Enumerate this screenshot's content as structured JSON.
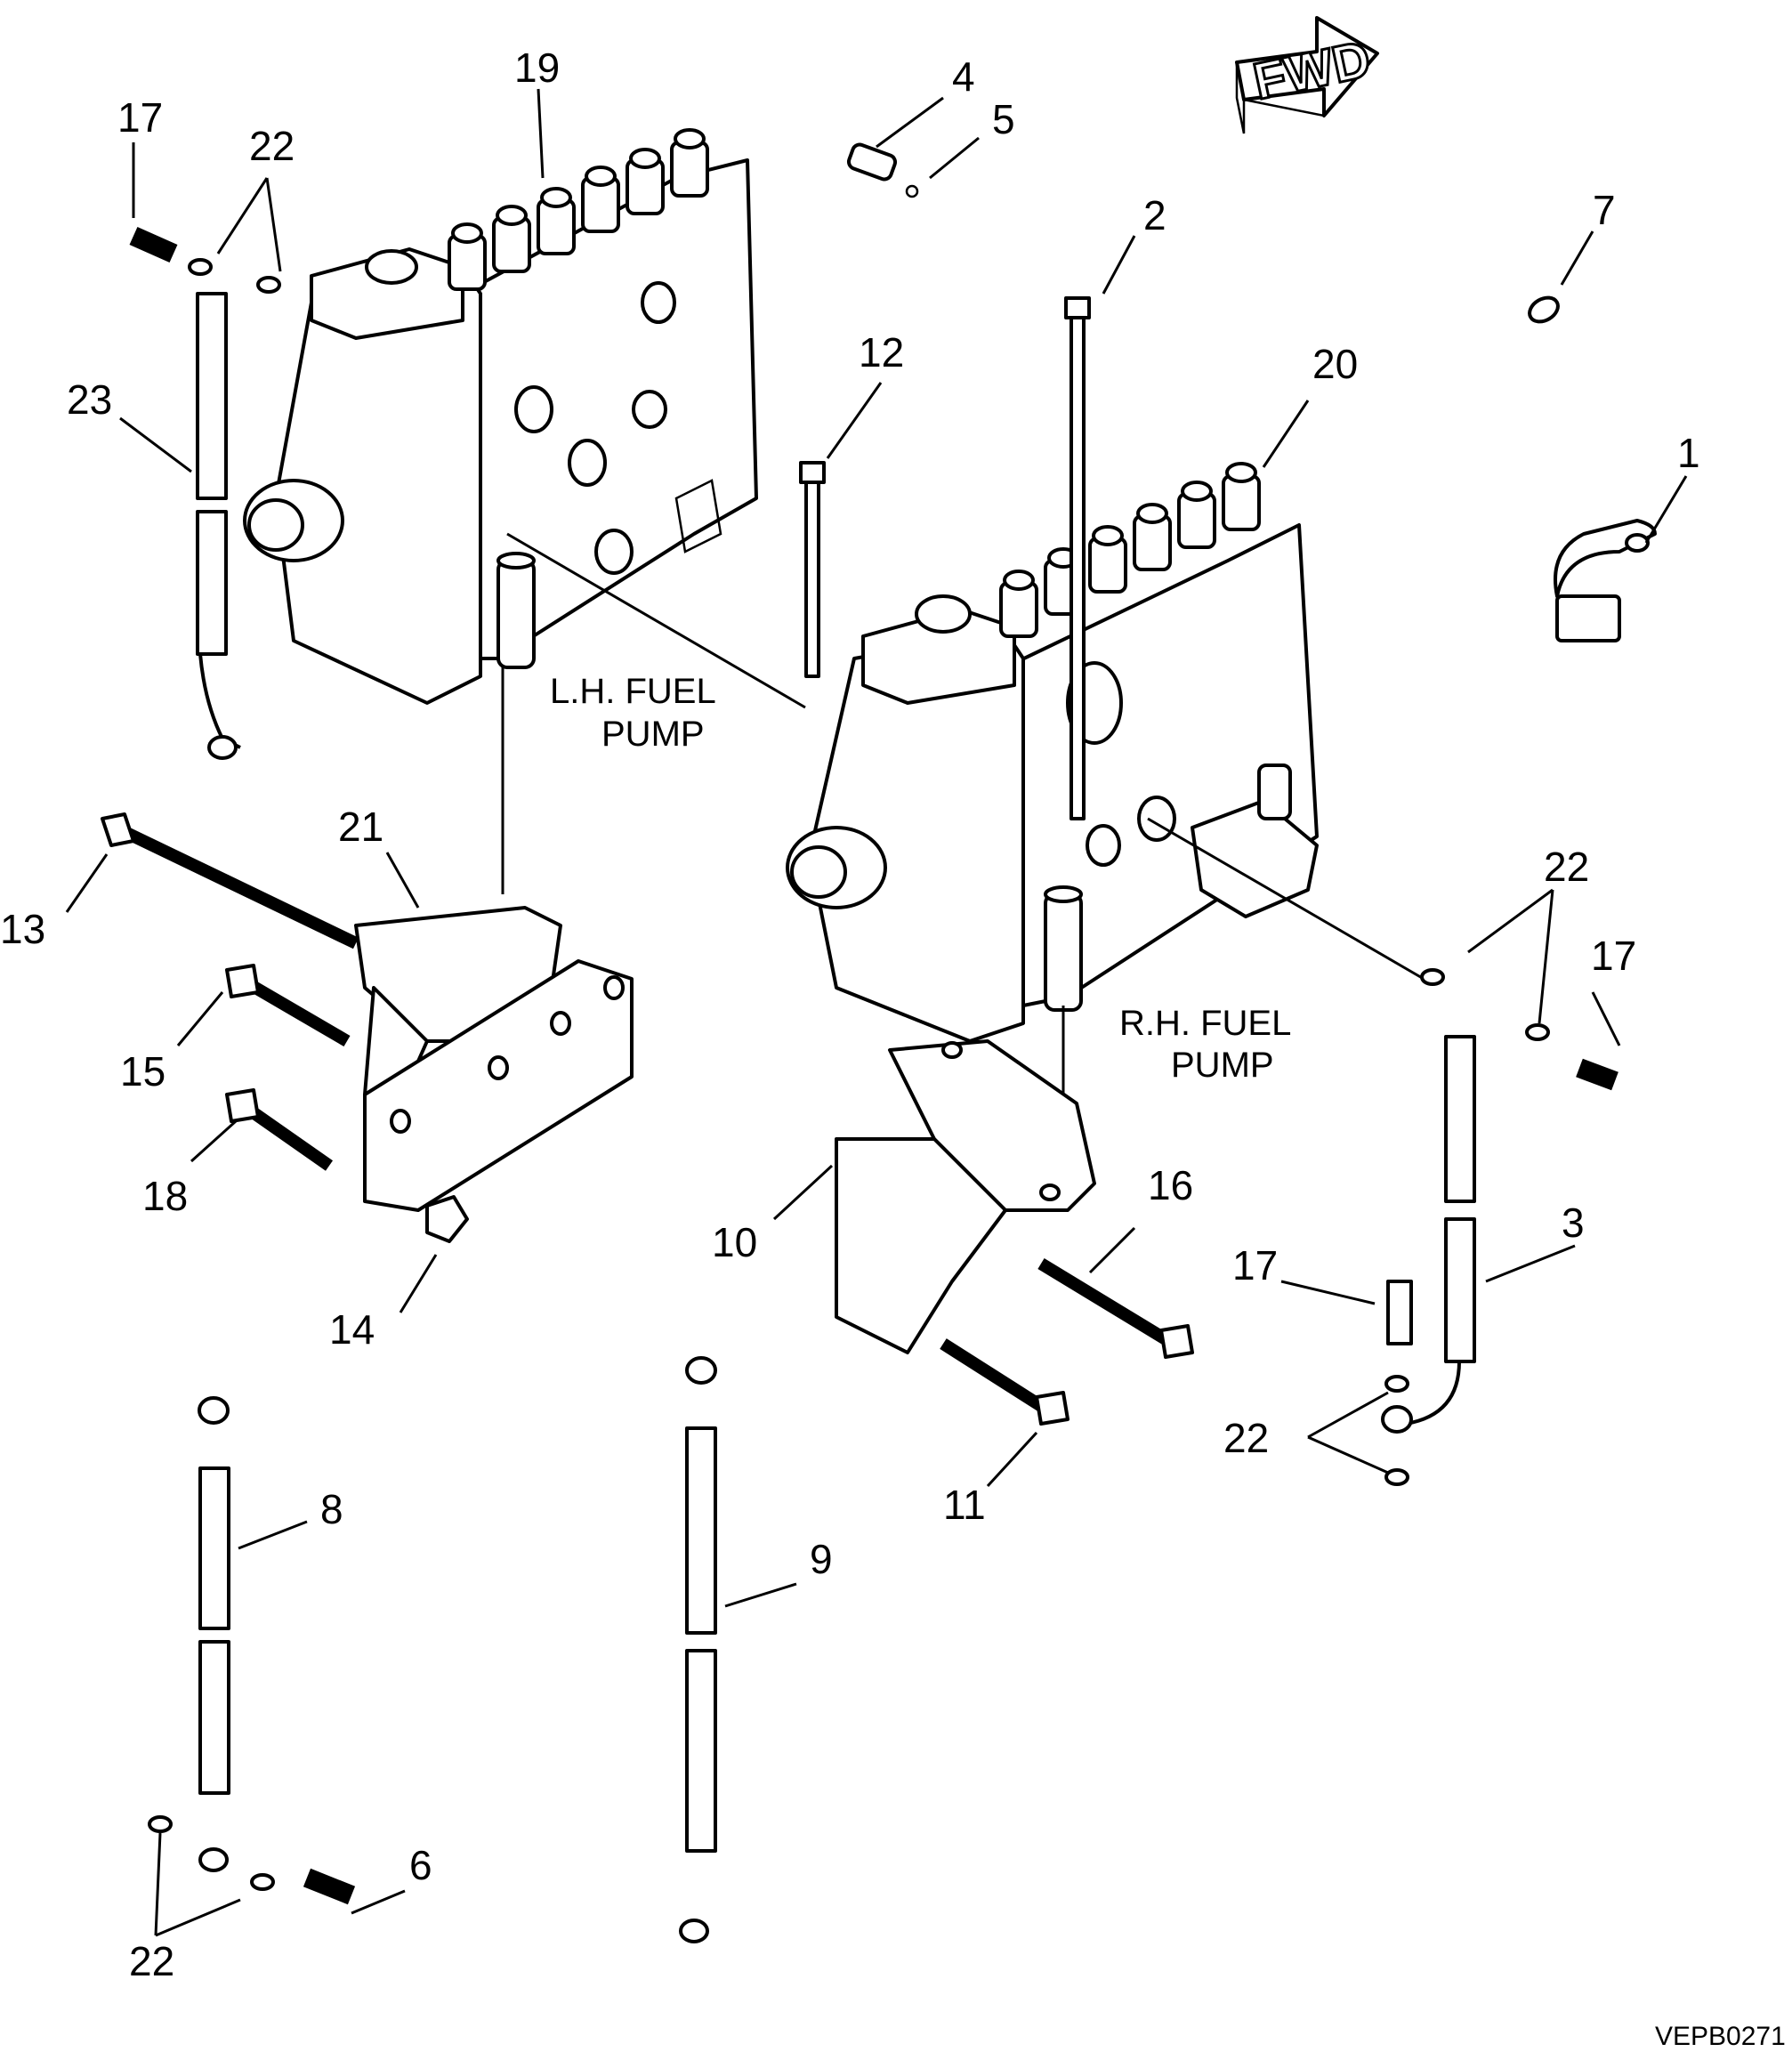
{
  "figure_ref": "VEPB0271",
  "fwd_label": "FWD",
  "pump_labels": {
    "lh_line1": "L.H. FUEL",
    "lh_line2": "PUMP",
    "rh_line1": "R.H. FUEL",
    "rh_line2": "PUMP"
  },
  "callouts": {
    "c1": "1",
    "c2": "2",
    "c3": "3",
    "c4": "4",
    "c5": "5",
    "c6": "6",
    "c7": "7",
    "c8": "8",
    "c9": "9",
    "c10": "10",
    "c11": "11",
    "c12": "12",
    "c13": "13",
    "c14": "14",
    "c15": "15",
    "c16": "16",
    "c17a": "17",
    "c17b": "17",
    "c17c": "17",
    "c18": "18",
    "c19": "19",
    "c20": "20",
    "c21": "21",
    "c22a": "22",
    "c22b": "22",
    "c22c": "22",
    "c22d": "22",
    "c23": "23"
  }
}
